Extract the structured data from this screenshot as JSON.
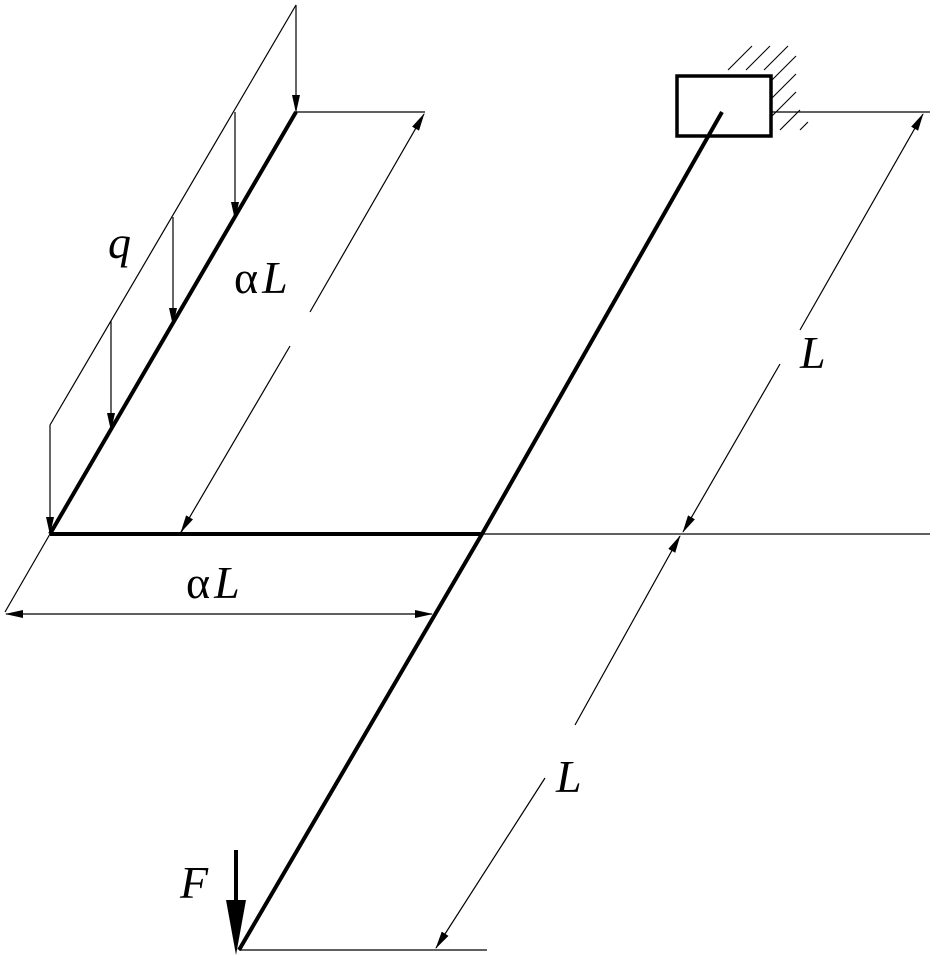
{
  "labels": {
    "load_q": "q",
    "dim_aL_branch": {
      "greek": "α",
      "var": "L"
    },
    "dim_aL_horizontal": {
      "greek": "α",
      "var": "L"
    },
    "dim_L_upper": "L",
    "dim_L_lower": "L",
    "force_F": "F"
  }
}
